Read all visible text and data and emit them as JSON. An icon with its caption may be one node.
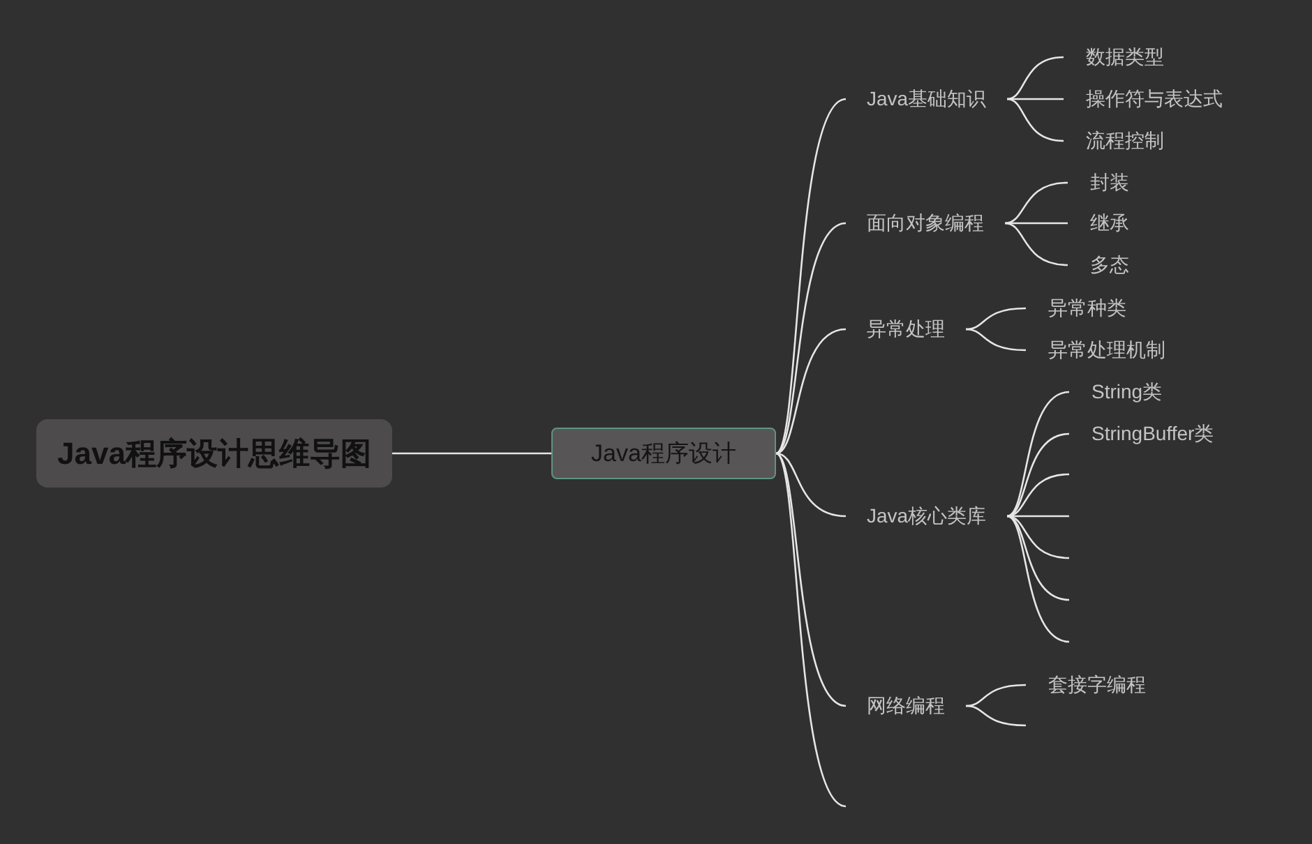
{
  "diagram": {
    "nodes": [
      {
        "text": [
          "Java程序设计思维导图"
        ]
      },
      {
        "text": [
          "Java程序设计"
        ]
      },
      {
        "text": [
          "Java基础知识"
        ]
      },
      {
        "text": [
          "数据类型"
        ]
      },
      {
        "text": [
          "操作符与表达式"
        ]
      },
      {
        "text": [
          "流程控制"
        ]
      },
      {
        "text": [
          "面向对象编程"
        ]
      },
      {
        "text": [
          "封装"
        ]
      },
      {
        "text": [
          "继承"
        ]
      },
      {
        "text": [
          "多态"
        ]
      },
      {
        "text": [
          "异常处理"
        ]
      },
      {
        "text": [
          "异常种类"
        ]
      },
      {
        "text": [
          "异常处理机制"
        ]
      },
      {
        "text": [
          "Java核心类库"
        ]
      },
      {
        "text": [
          "String类"
        ]
      },
      {
        "text": [
          "StringBuffer类"
        ]
      },
      {
        "text": [
          "网络编程"
        ]
      },
      {
        "text": [
          "套接字编程"
        ]
      }
    ],
    "edges": [
      {
        "from": 0,
        "to": 1,
        "arrow": "none"
      },
      {
        "from": 1,
        "to": 2,
        "arrow": "none"
      },
      {
        "from": 1,
        "to": 6,
        "arrow": "none"
      },
      {
        "from": 1,
        "to": 10,
        "arrow": "none"
      },
      {
        "from": 1,
        "to": 13,
        "arrow": "none"
      },
      {
        "from": 1,
        "to": 16,
        "arrow": "none"
      },
      {
        "from": 1,
        "to": null,
        "arrow": "none"
      },
      {
        "from": 2,
        "to": 3,
        "arrow": "none"
      },
      {
        "from": 2,
        "to": 4,
        "arrow": "none"
      },
      {
        "from": 2,
        "to": 5,
        "arrow": "none"
      },
      {
        "from": 6,
        "to": 7,
        "arrow": "none"
      },
      {
        "from": 6,
        "to": 8,
        "arrow": "none"
      },
      {
        "from": 6,
        "to": 9,
        "arrow": "none"
      },
      {
        "from": 10,
        "to": 11,
        "arrow": "none"
      },
      {
        "from": 10,
        "to": 12,
        "arrow": "none"
      },
      {
        "from": 13,
        "to": 14,
        "arrow": "none"
      },
      {
        "from": 13,
        "to": 15,
        "arrow": "none"
      },
      {
        "from": 13,
        "to": null,
        "arrow": "none"
      },
      {
        "from": 13,
        "to": null,
        "arrow": "none"
      },
      {
        "from": 13,
        "to": null,
        "arrow": "none"
      },
      {
        "from": 13,
        "to": null,
        "arrow": "none"
      },
      {
        "from": 13,
        "to": null,
        "arrow": "none"
      },
      {
        "from": 16,
        "to": 17,
        "arrow": "none"
      },
      {
        "from": 16,
        "to": null,
        "arrow": "none"
      }
    ]
  }
}
